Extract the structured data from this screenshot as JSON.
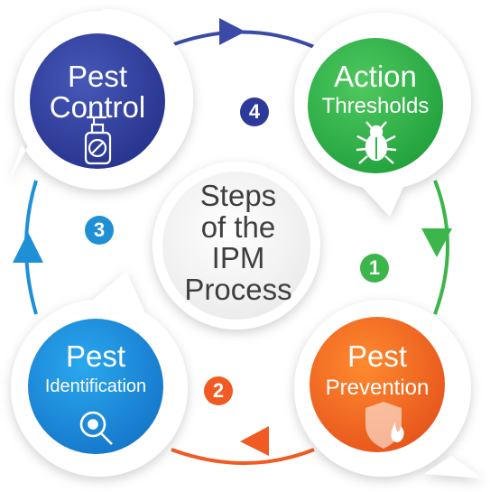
{
  "center": {
    "lines": [
      "Steps",
      "of the",
      "IPM",
      "Process"
    ]
  },
  "steps": [
    {
      "number": "1",
      "title_line1": "Action",
      "title_line2": "Thresholds",
      "icon": "bug-icon",
      "color": "#2bb64b",
      "color_dark": "#4ba24a"
    },
    {
      "number": "2",
      "title_line1": "Pest",
      "title_line2": "Prevention",
      "icon": "shield-fire-icon",
      "color": "#f36f21",
      "color_dark": "#e6672a"
    },
    {
      "number": "3",
      "title_line1": "Pest",
      "title_line2": "Identification",
      "icon": "magnifier-bug-icon",
      "color": "#1c8fdc",
      "color_dark": "#2f82c6"
    },
    {
      "number": "4",
      "title_line1": "Pest",
      "title_line2": "Control",
      "icon": "spray-bottle-icon",
      "color": "#2d3a99",
      "color_dark": "#2d3a99"
    }
  ],
  "colors": {
    "arrow_top": "#3a4aa6",
    "arrow_right": "#3cb54a",
    "arrow_bottom": "#f15a22",
    "arrow_left": "#1f8fd6"
  }
}
